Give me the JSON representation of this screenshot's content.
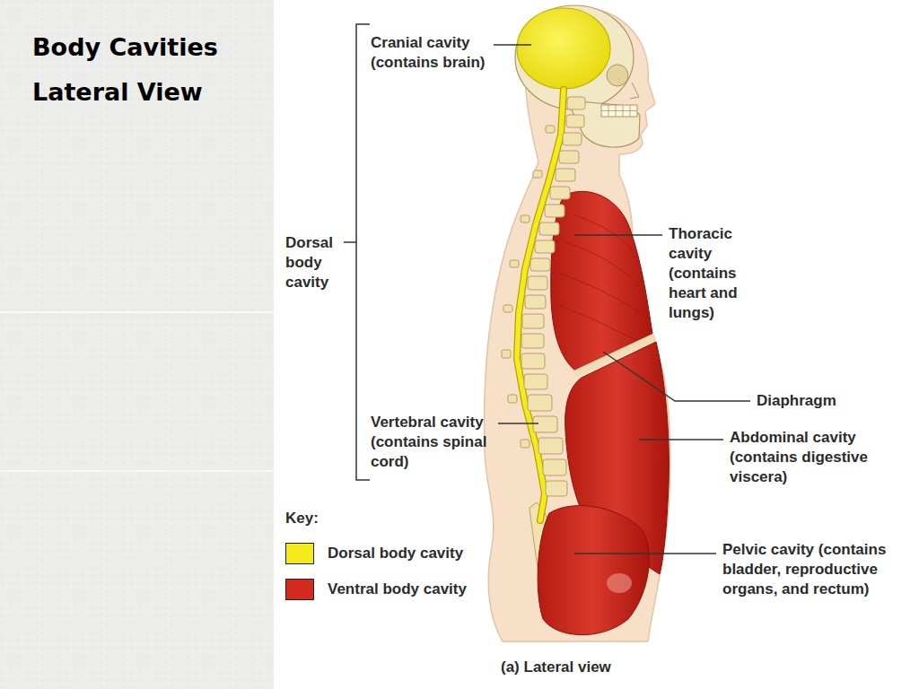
{
  "diagram": {
    "title": "Body Cavities Lateral View",
    "caption": "(a) Lateral view",
    "labels": [
      "Cranial cavity (contains brain)",
      "Dorsal body cavity",
      "Thoracic cavity (contains heart and lungs)",
      "Diaphragm",
      "Vertebral cavity (contains spinal cord)",
      "Abdominal cavity (contains digestive viscera)",
      "Pelvic cavity (contains bladder, reproductive organs, and rectum)",
      "Key:"
    ],
    "legend": [
      {
        "text": "Dorsal body cavity",
        "color": "#f4ea1e"
      },
      {
        "text": "Ventral body cavity",
        "color": "#d42a1e"
      }
    ]
  }
}
